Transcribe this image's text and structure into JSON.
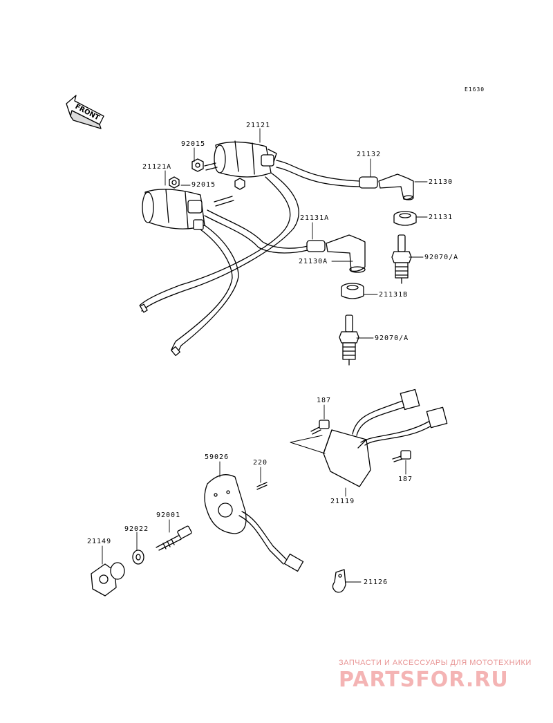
{
  "diagram_code": "E1630",
  "front_label": "FRONT",
  "parts": {
    "p21121": "21121",
    "p92015a": "92015",
    "p21121A": "21121A",
    "p92015b": "92015",
    "p21132": "21132",
    "p21130": "21130",
    "p21131": "21131",
    "p21131A": "21131A",
    "p21130A": "21130A",
    "p92070a": "92070/A",
    "p21131B": "21131B",
    "p92070b": "92070/A",
    "p187a": "187",
    "p187b": "187",
    "p59026": "59026",
    "p220": "220",
    "p21119": "21119",
    "p92001": "92001",
    "p92022": "92022",
    "p21149": "21149",
    "p21126": "21126"
  },
  "watermark": {
    "tagline": "ЗАПЧАСТИ И АКСЕССУАРЫ ДЛЯ МОТОТЕХНИКИ",
    "logo": "PARTSFOR.RU"
  }
}
